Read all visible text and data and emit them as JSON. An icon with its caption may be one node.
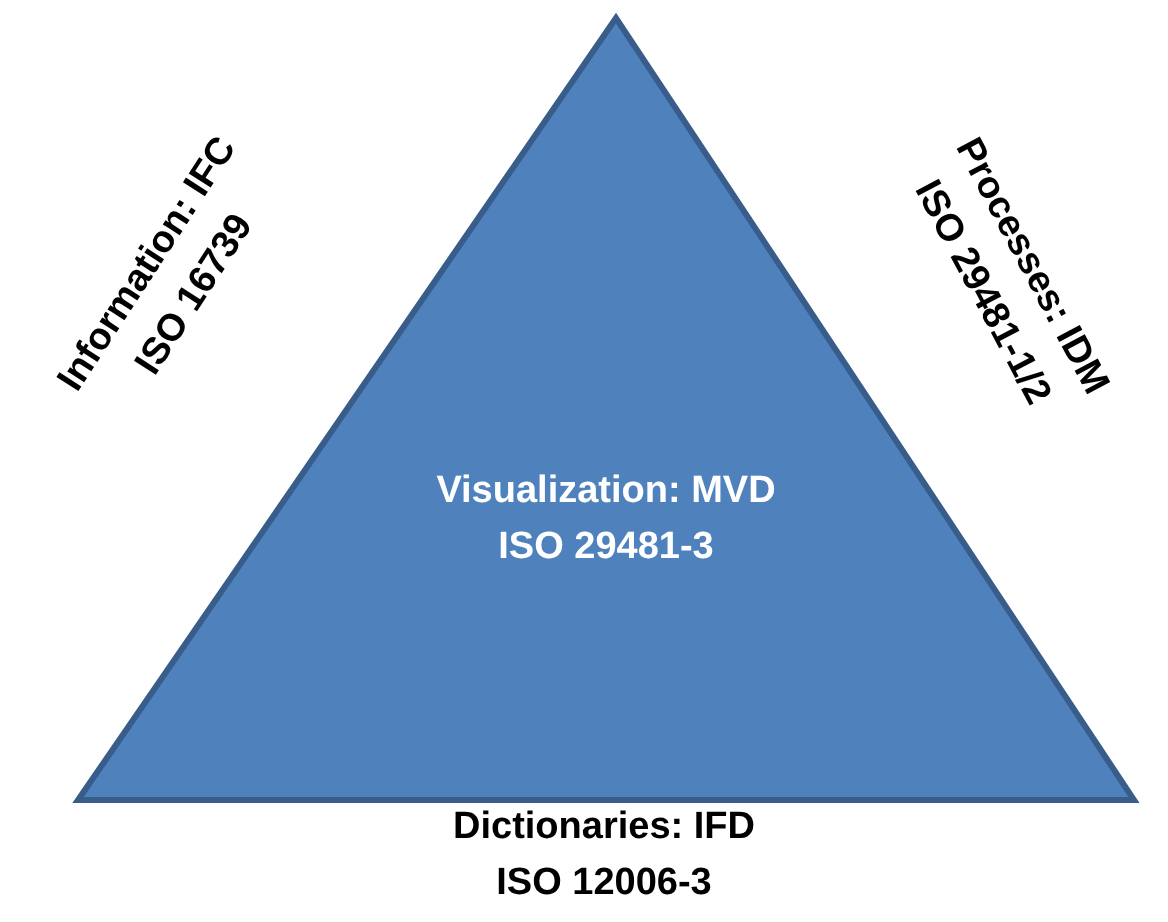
{
  "diagram": {
    "nodes": [
      {
        "text": [
          "Visualization: MVD",
          "ISO 29481-3"
        ]
      }
    ],
    "labels": [
      "Information: IFC",
      "ISO 16739",
      "Processes: IDM",
      "ISO 29481-1/2",
      "Dictionaries: IFD",
      "ISO 12006-3"
    ]
  }
}
